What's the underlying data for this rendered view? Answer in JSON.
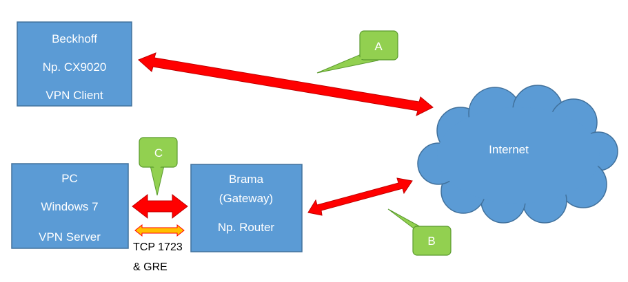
{
  "colors": {
    "box_fill": "#5b9bd5",
    "box_stroke": "#41719c",
    "arrow": "#ff0000",
    "arrow_stroke": "#c00000",
    "callout_fill": "#92d050",
    "callout_stroke": "#5a9a2e",
    "small_arrow": "#ffc000"
  },
  "beckhoff": {
    "line1": "Beckhoff",
    "line2": "Np. CX9020",
    "line3": "VPN Client"
  },
  "pc": {
    "line1": "PC",
    "line2": "Windows 7",
    "line3": "VPN Server"
  },
  "gateway": {
    "line1": "Brama",
    "line2": "(Gateway)",
    "line3": "Np. Router"
  },
  "internet": {
    "label": "Internet"
  },
  "callouts": {
    "a": "A",
    "b": "B",
    "c": "C"
  },
  "protocol_note": {
    "line1": "TCP 1723",
    "line2": "& GRE"
  }
}
